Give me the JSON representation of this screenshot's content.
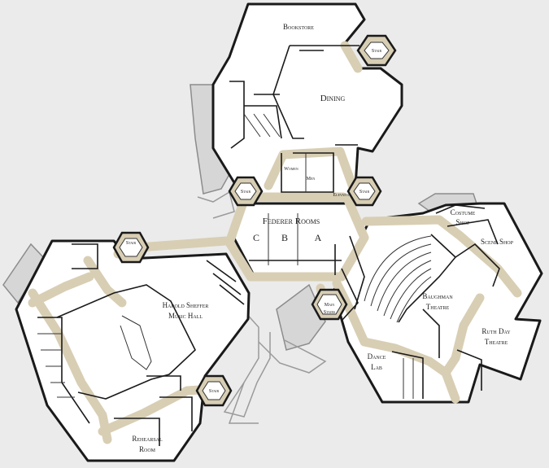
{
  "map": {
    "rooms": {
      "bookstore": "Bookstore",
      "dining": "Dining",
      "women": "Women",
      "men": "Men",
      "elevator": "Elevator",
      "federer_rooms": "Federer Rooms",
      "room_c": "C",
      "room_b": "B",
      "room_a": "A",
      "costume_shop_1": "Costume",
      "costume_shop_2": "Shop",
      "scene_shop": "Scene Shop",
      "harold_sheffer_1": "Harold Sheffer",
      "harold_sheffer_2": "Music Hall",
      "baughman_1": "Baughman",
      "baughman_2": "Theatre",
      "main_stairs_1": "Main",
      "main_stairs_2": "Stairs",
      "ruth_day_1": "Ruth Day",
      "ruth_day_2": "Theatre",
      "dance_lab_1": "Dance",
      "dance_lab_2": "Lab",
      "rehearsal_1": "Rehearsal",
      "rehearsal_2": "Room"
    },
    "stair_label": "Stair"
  }
}
